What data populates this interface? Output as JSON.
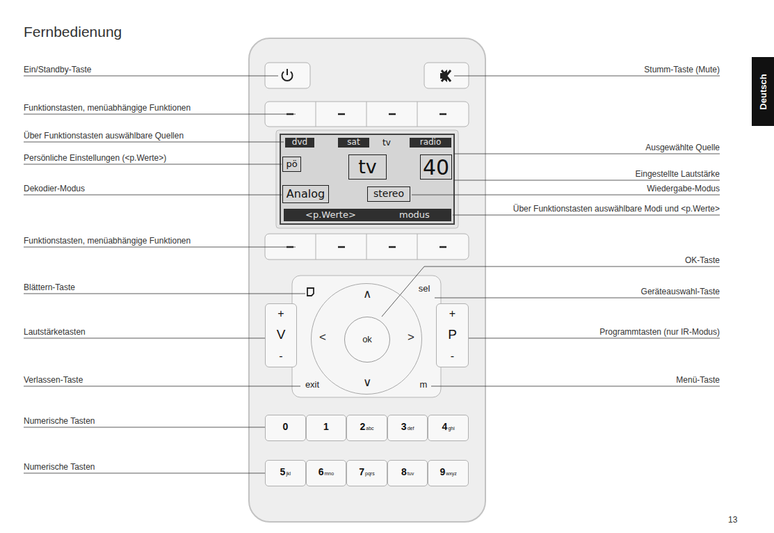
{
  "diagram": {
    "title": "Fernbedienung",
    "nodes": [
      {
        "text": [
          "dvd"
        ]
      },
      {
        "text": [
          "sat"
        ]
      },
      {
        "text": [
          "radio"
        ]
      },
      {
        "text": [
          "pö"
        ]
      },
      {
        "text": [
          "tv"
        ]
      },
      {
        "text": [
          "40"
        ]
      },
      {
        "text": [
          "Analog"
        ]
      },
      {
        "text": [
          "stereo"
        ]
      },
      {
        "text": [
          "<p.Werte>",
          "modus"
        ]
      },
      {
        "text": [
          "sel",
          "exit",
          "m"
        ]
      },
      {
        "text": [
          "∧",
          "<",
          ">",
          "∨"
        ],
        "in": 9
      },
      {
        "text": [
          "ok"
        ],
        "in": 10
      },
      {
        "text": [
          "+",
          "V",
          "-"
        ]
      },
      {
        "text": [
          "+",
          "P",
          "-"
        ]
      },
      {
        "text": [
          "0"
        ]
      },
      {
        "text": [
          "1"
        ]
      },
      {
        "text": [
          "2",
          "abc"
        ]
      },
      {
        "text": [
          "3",
          "def"
        ]
      },
      {
        "text": [
          "4",
          "ghi"
        ]
      },
      {
        "text": [
          "5",
          "jkl"
        ]
      },
      {
        "text": [
          "6",
          "mno"
        ]
      },
      {
        "text": [
          "7",
          "pqrs"
        ]
      },
      {
        "text": [
          "8",
          "tuv"
        ]
      },
      {
        "text": [
          "9",
          "wxyz"
        ]
      }
    ],
    "labels": [
      "Ein/Standby-Taste",
      "Funktionstasten, menüabhängige Funktionen",
      "Über Funktionstasten auswählbare Quellen",
      "Persönliche Einstellungen (<p.Werte>)",
      "Dekodier-Modus",
      "Funktionstasten, menüabhängige Funktionen",
      "Blättern-Taste",
      "Lautstärketasten",
      "Verlassen-Taste",
      "Numerische Tasten",
      "Numerische Tasten",
      "Stumm-Taste (Mute)",
      "Ausgewählte Quelle",
      "Eingestellte Lautstärke",
      "Wiedergabe-Modus",
      "Über Funktionstasten auswählbare Modi und <p.Werte>",
      "OK-Taste",
      "Geräteauswahl-Taste",
      "Programmtasten (nur IR-Modus)",
      "Menü-Taste",
      "tv",
      "Deutsch",
      "13"
    ]
  }
}
